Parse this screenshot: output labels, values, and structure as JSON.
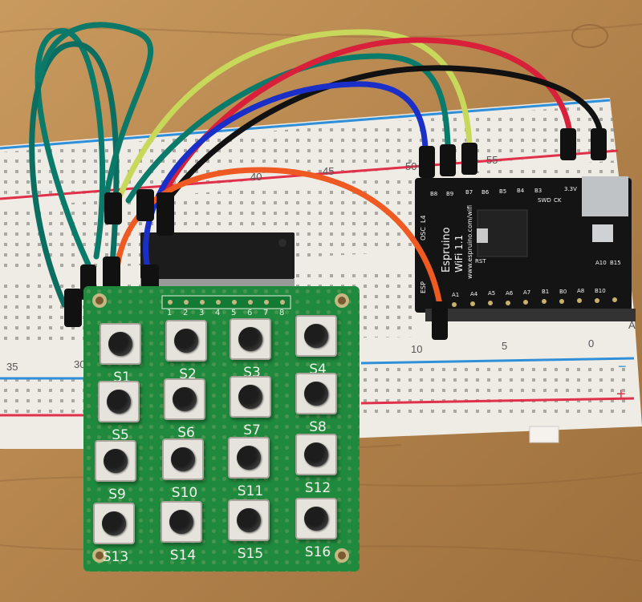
{
  "breadboard": {
    "column_numbers": [
      "55",
      "50",
      "45",
      "40",
      "35",
      "30",
      "10",
      "5",
      "0"
    ],
    "row_letters": [
      "A"
    ],
    "rail_signs": [
      "−",
      "+"
    ]
  },
  "esp_board": {
    "brand": "Espruino",
    "model": "WiFi 1.1",
    "url": "www.espruino.com/wifi",
    "side_labels": [
      "ESP",
      "OSC",
      "L4"
    ],
    "top_pins": [
      "B8",
      "B9",
      "B7",
      "B6",
      "B5",
      "B4",
      "B3",
      "3.3V"
    ],
    "bottom_pins": [
      "A1",
      "A4",
      "A5",
      "A6",
      "A7",
      "B1",
      "B0",
      "A8",
      "B10"
    ],
    "other_labels": [
      "SWD",
      "CK",
      "RST",
      "A10",
      "B15"
    ]
  },
  "keypad": {
    "header_numbers": [
      "1",
      "2",
      "3",
      "4",
      "5",
      "6",
      "7",
      "8"
    ],
    "buttons": [
      "S1",
      "S2",
      "S3",
      "S4",
      "S5",
      "S6",
      "S7",
      "S8",
      "S9",
      "S10",
      "S11",
      "S12",
      "S13",
      "S14",
      "S15",
      "S16"
    ]
  },
  "colors": {
    "wood": "#b98a52",
    "breadboard": "#ece8e2",
    "pcb_green": "#1f8a3e",
    "rail_blue": "#2f8fd8",
    "rail_red": "#e0304a",
    "wire_teal": "#0a7a6a",
    "wire_yellow": "#c8d85a",
    "wire_red": "#d8203a",
    "wire_black": "#111111",
    "wire_blue": "#1a2ec8",
    "wire_orange": "#ee5a22"
  }
}
